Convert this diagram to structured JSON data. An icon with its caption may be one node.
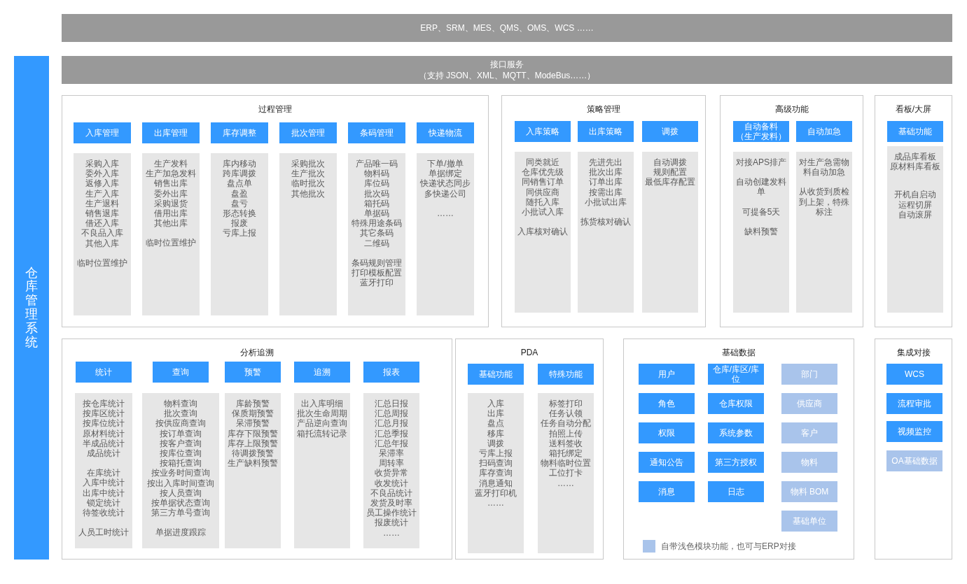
{
  "diagram": {
    "nodes": [
      {
        "text": [
          "仓库管理系统"
        ]
      },
      {
        "text": [
          "ERP、SRM、MES、QMS、OMS、WCS ……"
        ]
      },
      {
        "text": [
          "接口服务",
          "（支持 JSON、XML、MQTT、ModeBus……）"
        ]
      },
      {
        "text": [
          "过程管理"
        ]
      },
      {
        "text": [
          "入库管理"
        ],
        "in": 3
      },
      {
        "text": [
          "出库管理"
        ],
        "in": 3
      },
      {
        "text": [
          "库存调整"
        ],
        "in": 3
      },
      {
        "text": [
          "批次管理"
        ],
        "in": 3
      },
      {
        "text": [
          "条码管理"
        ],
        "in": 3
      },
      {
        "text": [
          "快递物流"
        ],
        "in": 3
      },
      {
        "text": [
          "采购入库",
          "委外入库",
          "返修入库",
          "生产入库",
          "生产退料",
          "销售退库",
          "借还入库",
          "不良品入库",
          "其他入库",
          "临时位置维护"
        ],
        "in": 3
      },
      {
        "text": [
          "生产发料",
          "生产加急发料",
          "销售出库",
          "委外出库",
          "采购退货",
          "借用出库",
          "其他出库",
          "临时位置维护"
        ],
        "in": 3
      },
      {
        "text": [
          "库内移动",
          "跨库调拨",
          "盘点单",
          "盘盈",
          "盘亏",
          "形态转换",
          "报废",
          "亏库上报"
        ],
        "in": 3
      },
      {
        "text": [
          "采购批次",
          "生产批次",
          "临时批次",
          "其他批次"
        ],
        "in": 3
      },
      {
        "text": [
          "产品唯一码",
          "物料码",
          "库位码",
          "批次码",
          "箱托码",
          "单据码",
          "特殊用途条码",
          "其它条码",
          "二维码",
          "条码规则管理",
          "打印模板配置",
          "蓝牙打印"
        ],
        "in": 3
      },
      {
        "text": [
          "下单/撤单",
          "单据绑定",
          "快递状态同步",
          "多快递公司",
          "……"
        ],
        "in": 3
      },
      {
        "text": [
          "策略管理"
        ]
      },
      {
        "text": [
          "入库策略"
        ],
        "in": 16
      },
      {
        "text": [
          "出库策略"
        ],
        "in": 16
      },
      {
        "text": [
          "调拨"
        ],
        "in": 16
      },
      {
        "text": [
          "同类就近",
          "仓库优先级",
          "同销售订单",
          "同供应商",
          "随托入库",
          "小批试入库",
          "入库核对确认"
        ],
        "in": 16
      },
      {
        "text": [
          "先进先出",
          "批次出库",
          "订单出库",
          "按需出库",
          "小批试出库",
          "拣货核对确认"
        ],
        "in": 16
      },
      {
        "text": [
          "自动调拨",
          "规则配置",
          "最低库存配置"
        ],
        "in": 16
      },
      {
        "text": [
          "高级功能"
        ]
      },
      {
        "text": [
          "自动备料",
          "（生产发料）"
        ],
        "in": 23
      },
      {
        "text": [
          "自动加急"
        ],
        "in": 23
      },
      {
        "text": [
          "对接APS排产",
          "自动创建发料单",
          "可提备5天",
          "缺料预警"
        ],
        "in": 23
      },
      {
        "text": [
          "对生产急需物料自动加急",
          "从收货到质检到上架，特殊标注"
        ],
        "in": 23
      },
      {
        "text": [
          "看板/大屏"
        ]
      },
      {
        "text": [
          "基础功能"
        ],
        "in": 28
      },
      {
        "text": [
          "成品库看板",
          "原材料库看板",
          "开机自启动",
          "运程切屏",
          "自动滚屏"
        ],
        "in": 28
      },
      {
        "text": [
          "分析追溯"
        ]
      },
      {
        "text": [
          "统计"
        ],
        "in": 31
      },
      {
        "text": [
          "查询"
        ],
        "in": 31
      },
      {
        "text": [
          "预警"
        ],
        "in": 31
      },
      {
        "text": [
          "追溯"
        ],
        "in": 31
      },
      {
        "text": [
          "报表"
        ],
        "in": 31
      },
      {
        "text": [
          "按仓库统计",
          "按库区统计",
          "按库位统计",
          "原材料统计",
          "半成品统计",
          "成品统计",
          "在库统计",
          "入库中统计",
          "出库中统计",
          "锁定统计",
          "待签收统计",
          "人员工时统计"
        ],
        "in": 31
      },
      {
        "text": [
          "物料查询",
          "批次查询",
          "按供应商查询",
          "按订单查询",
          "按客户查询",
          "按库位查询",
          "按箱托查询",
          "按业务时间查询",
          "按出入库时间查询",
          "按人员查询",
          "按单据状态查询",
          "第三方单号查询",
          "单据进度跟踪"
        ],
        "in": 31
      },
      {
        "text": [
          "库龄预警",
          "保质期预警",
          "呆滞预警",
          "库存下限预警",
          "库存上限预警",
          "待调拨预警",
          "生产缺料预警"
        ],
        "in": 31
      },
      {
        "text": [
          "出入库明细",
          "批次生命周期",
          "产品逆向查询",
          "箱托流转记录"
        ],
        "in": 31
      },
      {
        "text": [
          "汇总日报",
          "汇总周报",
          "汇总月报",
          "汇总季报",
          "汇总年报",
          "呆滞率",
          "周转率",
          "收货异常",
          "收发统计",
          "不良品统计",
          "发货及时率",
          "员工操作统计",
          "报废统计",
          "……"
        ],
        "in": 31
      },
      {
        "text": [
          "PDA"
        ]
      },
      {
        "text": [
          "基础功能"
        ],
        "in": 42
      },
      {
        "text": [
          "特殊功能"
        ],
        "in": 42
      },
      {
        "text": [
          "入库",
          "出库",
          "盘点",
          "移库",
          "调拨",
          "亏库上报",
          "扫码查询",
          "库存查询",
          "消息通知",
          "蓝牙打印机",
          "……"
        ],
        "in": 42
      },
      {
        "text": [
          "标签打印",
          "任务认领",
          "任务自动分配",
          "拍照上传",
          "送料签收",
          "箱托绑定",
          "物料临时位置",
          "工位打卡",
          "……"
        ],
        "in": 42
      },
      {
        "text": [
          "基础数据"
        ]
      },
      {
        "text": [
          "用户"
        ],
        "in": 47
      },
      {
        "text": [
          "角色"
        ],
        "in": 47
      },
      {
        "text": [
          "权限"
        ],
        "in": 47
      },
      {
        "text": [
          "通知公告"
        ],
        "in": 47
      },
      {
        "text": [
          "消息"
        ],
        "in": 47
      },
      {
        "text": [
          "仓库/库区/库位"
        ],
        "in": 47
      },
      {
        "text": [
          "仓库权限"
        ],
        "in": 47
      },
      {
        "text": [
          "系统参数"
        ],
        "in": 47
      },
      {
        "text": [
          "第三方授权"
        ],
        "in": 47
      },
      {
        "text": [
          "日志"
        ],
        "in": 47
      },
      {
        "text": [
          "部门"
        ],
        "in": 47
      },
      {
        "text": [
          "供应商"
        ],
        "in": 47
      },
      {
        "text": [
          "客户"
        ],
        "in": 47
      },
      {
        "text": [
          "物料"
        ],
        "in": 47
      },
      {
        "text": [
          "物料 BOM"
        ],
        "in": 47
      },
      {
        "text": [
          "基础单位"
        ],
        "in": 47
      },
      {
        "text": [
          "集成对接"
        ]
      },
      {
        "text": [
          "WCS"
        ],
        "in": 64
      },
      {
        "text": [
          "流程审批"
        ],
        "in": 64
      },
      {
        "text": [
          "视频监控"
        ],
        "in": 64
      },
      {
        "text": [
          "OA基础数据"
        ],
        "in": 64
      }
    ],
    "legend": [
      {
        "text": "自带浅色模块功能，也可与ERP对接",
        "color": "#a9c4eb"
      }
    ]
  }
}
